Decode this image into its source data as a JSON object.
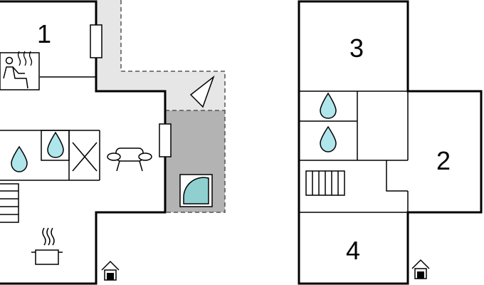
{
  "rooms": [
    {
      "number": "1"
    },
    {
      "number": "3"
    },
    {
      "number": "2"
    },
    {
      "number": "4"
    }
  ],
  "colors": {
    "wall": "#000000",
    "terrace_light": "#e6e6e6",
    "terrace_dark": "#b3b3b3",
    "water": "#aee6ec",
    "pool": "#8fcfcf"
  },
  "icons": [
    "sauna-icon",
    "water-drop-icon",
    "sink-icon",
    "sofa-icon",
    "bathtub-icon",
    "stairs-icon",
    "stove-icon",
    "entrance-icon",
    "parasol-icon"
  ]
}
